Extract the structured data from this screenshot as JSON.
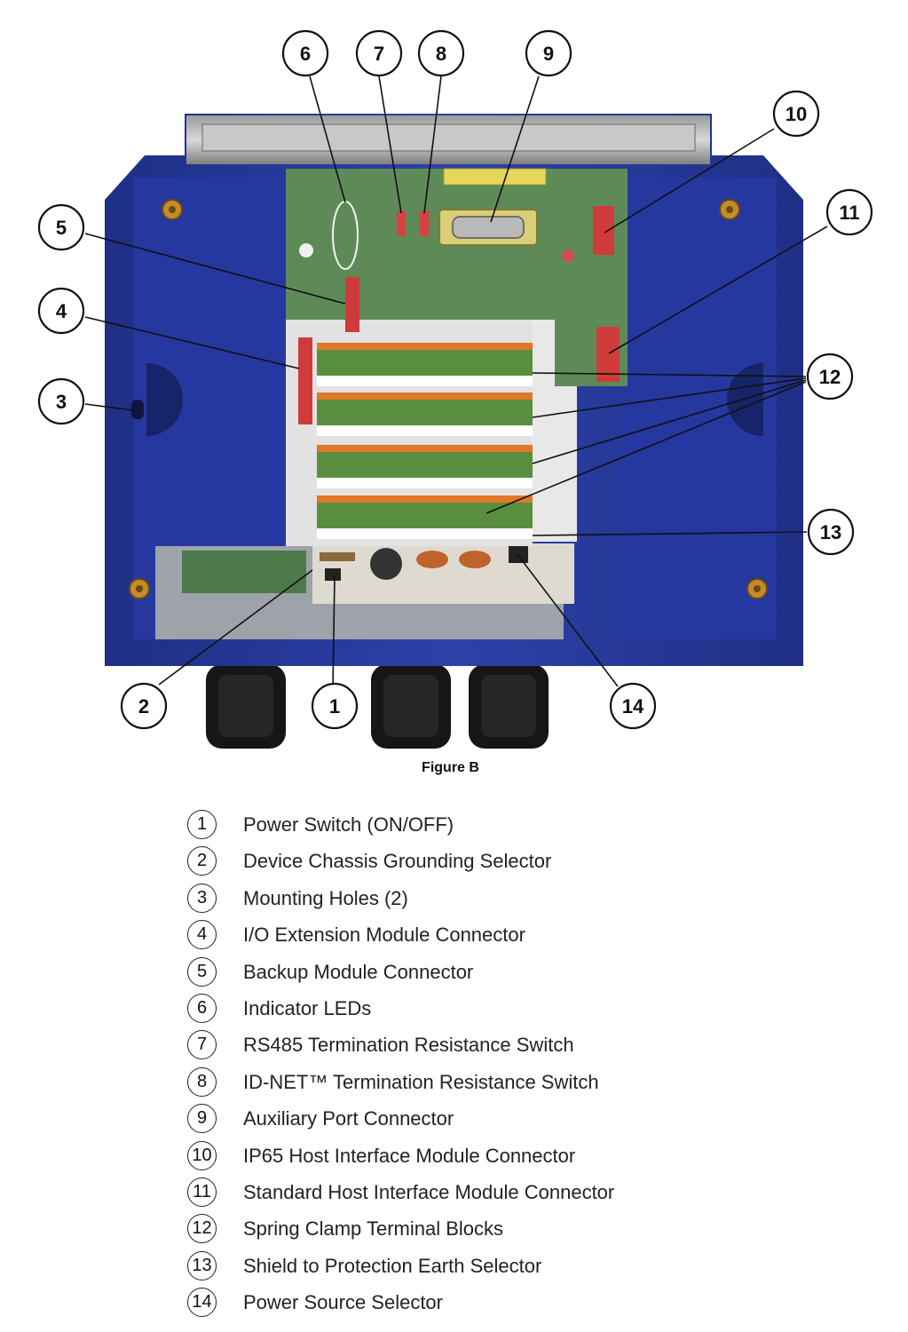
{
  "figure_caption": "Figure B",
  "callouts": [
    "1",
    "2",
    "3",
    "4",
    "5",
    "6",
    "7",
    "8",
    "9",
    "10",
    "11",
    "12",
    "13",
    "14"
  ],
  "legend": [
    {
      "number": "1",
      "label": "Power Switch (ON/OFF)"
    },
    {
      "number": "2",
      "label": "Device Chassis Grounding Selector"
    },
    {
      "number": "3",
      "label": "Mounting Holes (2)"
    },
    {
      "number": "4",
      "label": "I/O Extension Module Connector"
    },
    {
      "number": "5",
      "label": "Backup Module Connector"
    },
    {
      "number": "6",
      "label": "Indicator LEDs"
    },
    {
      "number": "7",
      "label": "RS485 Termination Resistance Switch"
    },
    {
      "number": "8",
      "label": "ID-NET™ Termination Resistance Switch"
    },
    {
      "number": "9",
      "label": "Auxiliary Port Connector"
    },
    {
      "number": "10",
      "label": "IP65 Host Interface Module Connector"
    },
    {
      "number": "11",
      "label": "Standard Host Interface Module Connector"
    },
    {
      "number": "12",
      "label": "Spring Clamp Terminal Blocks"
    },
    {
      "number": "13",
      "label": "Shield to Protection Earth Selector"
    },
    {
      "number": "14",
      "label": "Power Source Selector"
    }
  ]
}
